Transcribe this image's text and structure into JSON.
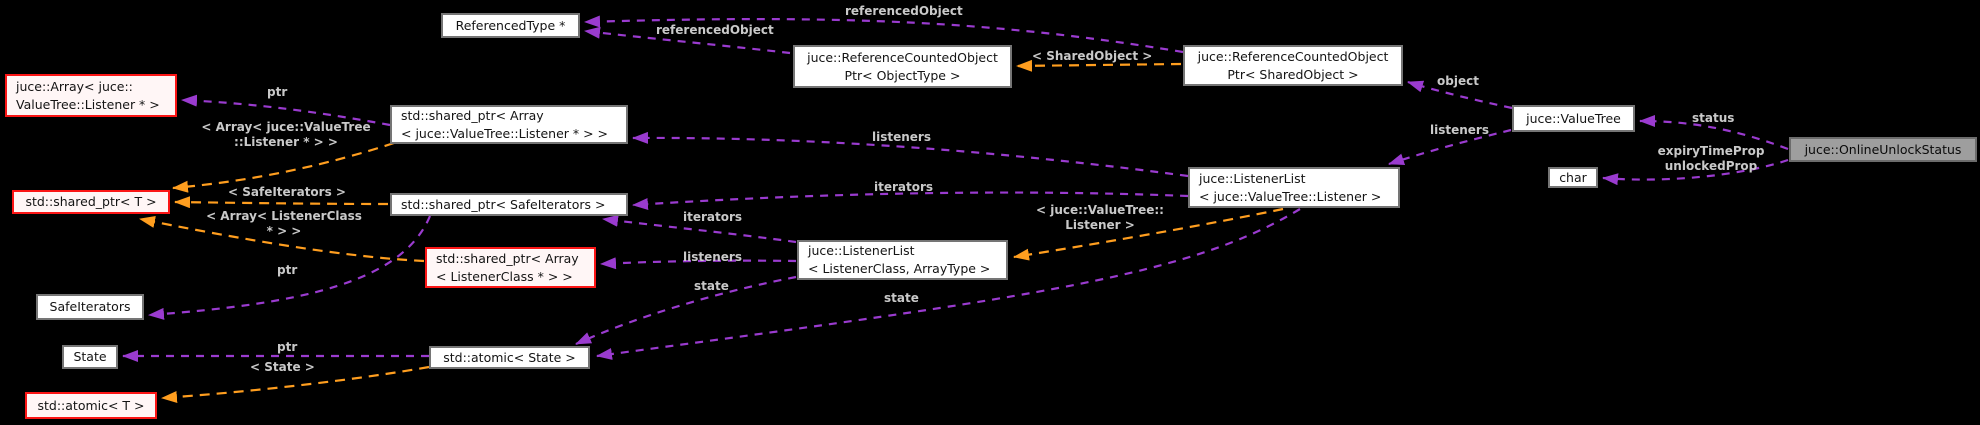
{
  "colors": {
    "background": "#000000",
    "member_edge": "#9a3bcf",
    "template_edge": "#ff9e1f",
    "node_fill": "#ffffff",
    "node_border": "#757575",
    "external_border": "#fb1616",
    "external_fill": "#fff6f6",
    "current_node_fill": "#9e9e9e",
    "edge_label_text": "#c9c9c9"
  },
  "nodes": {
    "referenced_type": {
      "l1": "ReferencedType *"
    },
    "juce_array": {
      "l1": "juce::Array< juce::",
      "l2": "ValueTree::Listener * >"
    },
    "sp_array_vt": {
      "l1": "std::shared_ptr< Array",
      "l2": "< juce::ValueTree::Listener * > >"
    },
    "sp_t": {
      "l1": "std::shared_ptr< T >"
    },
    "sp_safeiterators": {
      "l1": "std::shared_ptr< SafeIterators >"
    },
    "sp_array_lc": {
      "l1": "std::shared_ptr< Array",
      "l2": "< ListenerClass * > >"
    },
    "safeiterators": {
      "l1": "SafeIterators"
    },
    "state": {
      "l1": "State"
    },
    "atomic_state": {
      "l1": "std::atomic< State >"
    },
    "atomic_t": {
      "l1": "std::atomic< T >"
    },
    "rcop_objecttype": {
      "l1": "juce::ReferenceCountedObject",
      "l2": "Ptr< ObjectType >"
    },
    "rcop_sharedobject": {
      "l1": "juce::ReferenceCountedObject",
      "l2": "Ptr< SharedObject >"
    },
    "ll_template": {
      "l1": "juce::ListenerList",
      "l2": "< ListenerClass, ArrayType >"
    },
    "ll_valuetree": {
      "l1": "juce::ListenerList",
      "l2": "< juce::ValueTree::Listener >"
    },
    "valuetree": {
      "l1": "juce::ValueTree"
    },
    "char_type": {
      "l1": "char"
    },
    "online_unlock_status": {
      "l1": "juce::OnlineUnlockStatus"
    }
  },
  "edge_labels": {
    "referenced_object_upper": "referencedObject",
    "referenced_object_lower": "referencedObject",
    "shared_object": "< SharedObject >",
    "object": "object",
    "listeners_valuetree": "listeners",
    "status": "status",
    "expiry_l1": "expiryTimeProp",
    "expiry_l2": "unlockedProp",
    "ptr_array": "ptr",
    "tmpl_array_vt_l1": "< Array< juce::ValueTree",
    "tmpl_array_vt_l2": "::Listener * > >",
    "tmpl_safeiterators": "< SafeIterators >",
    "tmpl_array_lc_l1": "< Array< ListenerClass",
    "tmpl_array_lc_l2": "* > >",
    "ptr_safeiterators": "ptr",
    "ptr_state": "ptr",
    "tmpl_state": "< State >",
    "listeners_long": "listeners",
    "iterators_long": "iterators",
    "iterators_lc": "iterators",
    "listeners_lc": "listeners",
    "state_lc": "state",
    "state_vt": "state",
    "tmpl_vt_listener_l1": "< juce::ValueTree::",
    "tmpl_vt_listener_l2": "Listener >"
  }
}
